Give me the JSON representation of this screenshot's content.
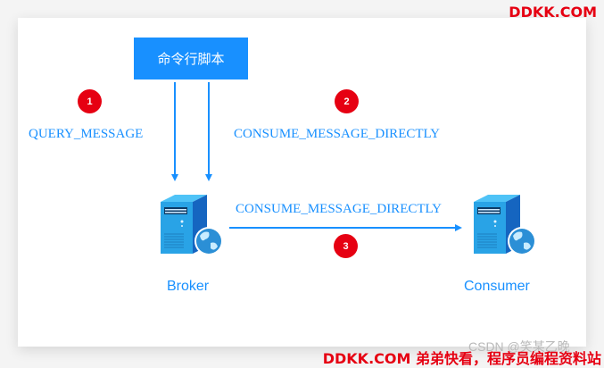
{
  "diagram": {
    "command_box": {
      "label": "命令行脚本"
    },
    "steps": [
      {
        "number": "1",
        "label": "QUERY_MESSAGE"
      },
      {
        "number": "2",
        "label": "CONSUME_MESSAGE_DIRECTLY"
      },
      {
        "number": "3",
        "label": "CONSUME_MESSAGE_DIRECTLY"
      }
    ],
    "nodes": [
      {
        "name": "Broker",
        "icon": "server-globe-icon"
      },
      {
        "name": "Consumer",
        "icon": "server-globe-icon"
      }
    ],
    "colors": {
      "accent": "#1890ff",
      "badge": "#e60012",
      "watermark": "#e60012"
    }
  },
  "watermarks": {
    "top_right": "DDKK.COM",
    "bottom": "DDKK.COM 弟弟快看，程序员编程资料站",
    "csdn": "CSDN @笑某乙晚"
  }
}
